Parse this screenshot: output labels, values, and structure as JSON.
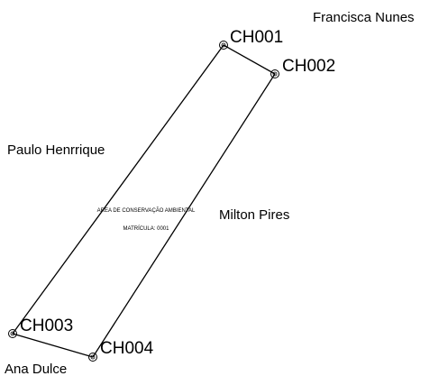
{
  "colors": {
    "background": "#ffffff",
    "line": "#000000",
    "text": "#000000"
  },
  "vertices": [
    {
      "id": "CH001",
      "label": "CH001"
    },
    {
      "id": "CH002",
      "label": "CH002"
    },
    {
      "id": "CH003",
      "label": "CH003"
    },
    {
      "id": "CH004",
      "label": "CH004"
    }
  ],
  "neighbors": {
    "north": "Francisca Nunes",
    "west": "Paulo Henrrique",
    "east": "Milton Pires",
    "south": "Ana Dulce"
  },
  "parcel": {
    "name": "AREA DE CONSERVAÇÃO AMBIENTAL",
    "registration": "MATRÍCULA: 0001"
  },
  "marker_icon": "survey-point-circle-icon"
}
